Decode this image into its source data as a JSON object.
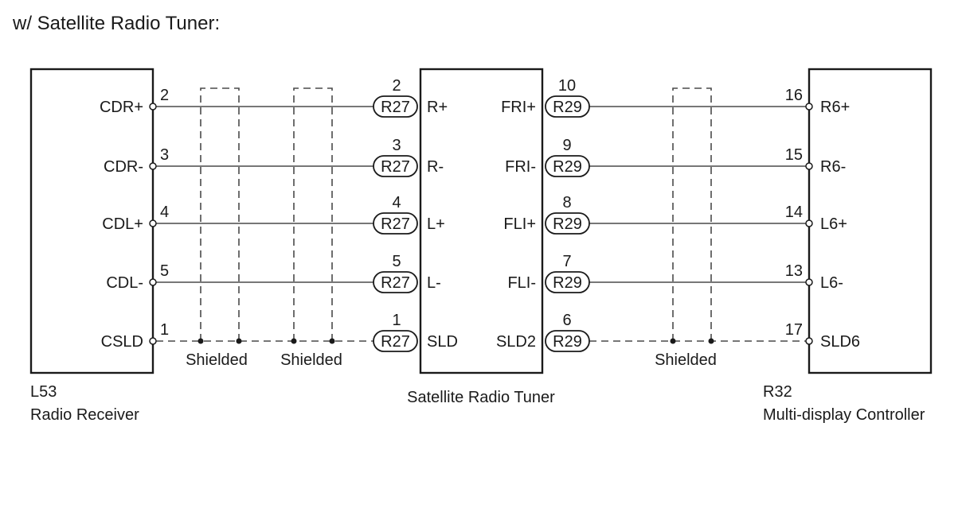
{
  "title": "w/ Satellite Radio Tuner:",
  "components": {
    "left": {
      "code": "L53",
      "name": "Radio Receiver"
    },
    "middle": {
      "name": "Satellite Radio Tuner"
    },
    "right": {
      "code": "R32",
      "name": "Multi-display Controller"
    }
  },
  "connectors": {
    "middle_left": "R27",
    "middle_right": "R29"
  },
  "shield_label": "Shielded",
  "rows": [
    {
      "left_label": "CDR+",
      "left_pin": "2",
      "mid_left_pin": "2",
      "mid_left_label": "R+",
      "mid_right_label": "FRI+",
      "mid_right_pin": "10",
      "right_pin": "16",
      "right_label": "R6+",
      "shielded": false
    },
    {
      "left_label": "CDR-",
      "left_pin": "3",
      "mid_left_pin": "3",
      "mid_left_label": "R-",
      "mid_right_label": "FRI-",
      "mid_right_pin": "9",
      "right_pin": "15",
      "right_label": "R6-",
      "shielded": false
    },
    {
      "left_label": "CDL+",
      "left_pin": "4",
      "mid_left_pin": "4",
      "mid_left_label": "L+",
      "mid_right_label": "FLI+",
      "mid_right_pin": "8",
      "right_pin": "14",
      "right_label": "L6+",
      "shielded": false
    },
    {
      "left_label": "CDL-",
      "left_pin": "5",
      "mid_left_pin": "5",
      "mid_left_label": "L-",
      "mid_right_label": "FLI-",
      "mid_right_pin": "7",
      "right_pin": "13",
      "right_label": "L6-",
      "shielded": false
    },
    {
      "left_label": "CSLD",
      "left_pin": "1",
      "mid_left_pin": "1",
      "mid_left_label": "SLD",
      "mid_right_label": "SLD2",
      "mid_right_pin": "6",
      "right_pin": "17",
      "right_label": "SLD6",
      "shielded": true
    }
  ]
}
